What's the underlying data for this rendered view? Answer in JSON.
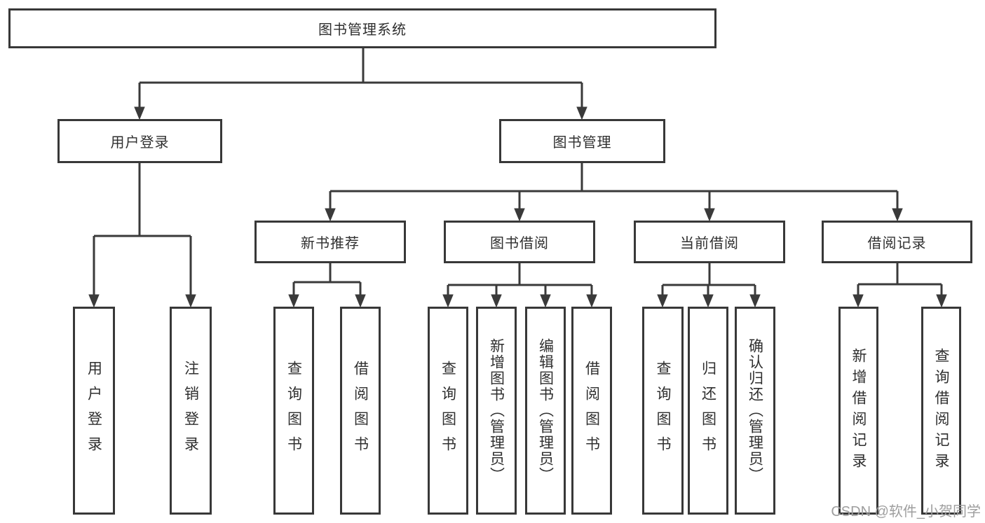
{
  "diagram": {
    "type": "hierarchy",
    "watermark": "CSDN @软件_小贺同学",
    "colors": {
      "line": "#3a3a3a",
      "border": "#383838",
      "text": "#2f2f2f",
      "watermark": "#9e9e9e",
      "background": "#ffffff"
    },
    "tree": {
      "root": {
        "label": "图书管理系统",
        "children": [
          {
            "label": "用户登录",
            "children": [
              {
                "label": "用户登录"
              },
              {
                "label": "注销登录"
              }
            ]
          },
          {
            "label": "图书管理",
            "children": [
              {
                "label": "新书推荐",
                "children": [
                  {
                    "label": "查询图书"
                  },
                  {
                    "label": "借阅图书"
                  }
                ]
              },
              {
                "label": "图书借阅",
                "children": [
                  {
                    "label": "查询图书"
                  },
                  {
                    "label": "新增图书（管理员）"
                  },
                  {
                    "label": "编辑图书（管理员）"
                  },
                  {
                    "label": "借阅图书"
                  }
                ]
              },
              {
                "label": "当前借阅",
                "children": [
                  {
                    "label": "查询图书"
                  },
                  {
                    "label": "归还图书"
                  },
                  {
                    "label": "确认归还（管理员）"
                  }
                ]
              },
              {
                "label": "借阅记录",
                "children": [
                  {
                    "label": "新增借阅记录"
                  },
                  {
                    "label": "查询借阅记录"
                  }
                ]
              }
            ]
          }
        ]
      }
    }
  }
}
